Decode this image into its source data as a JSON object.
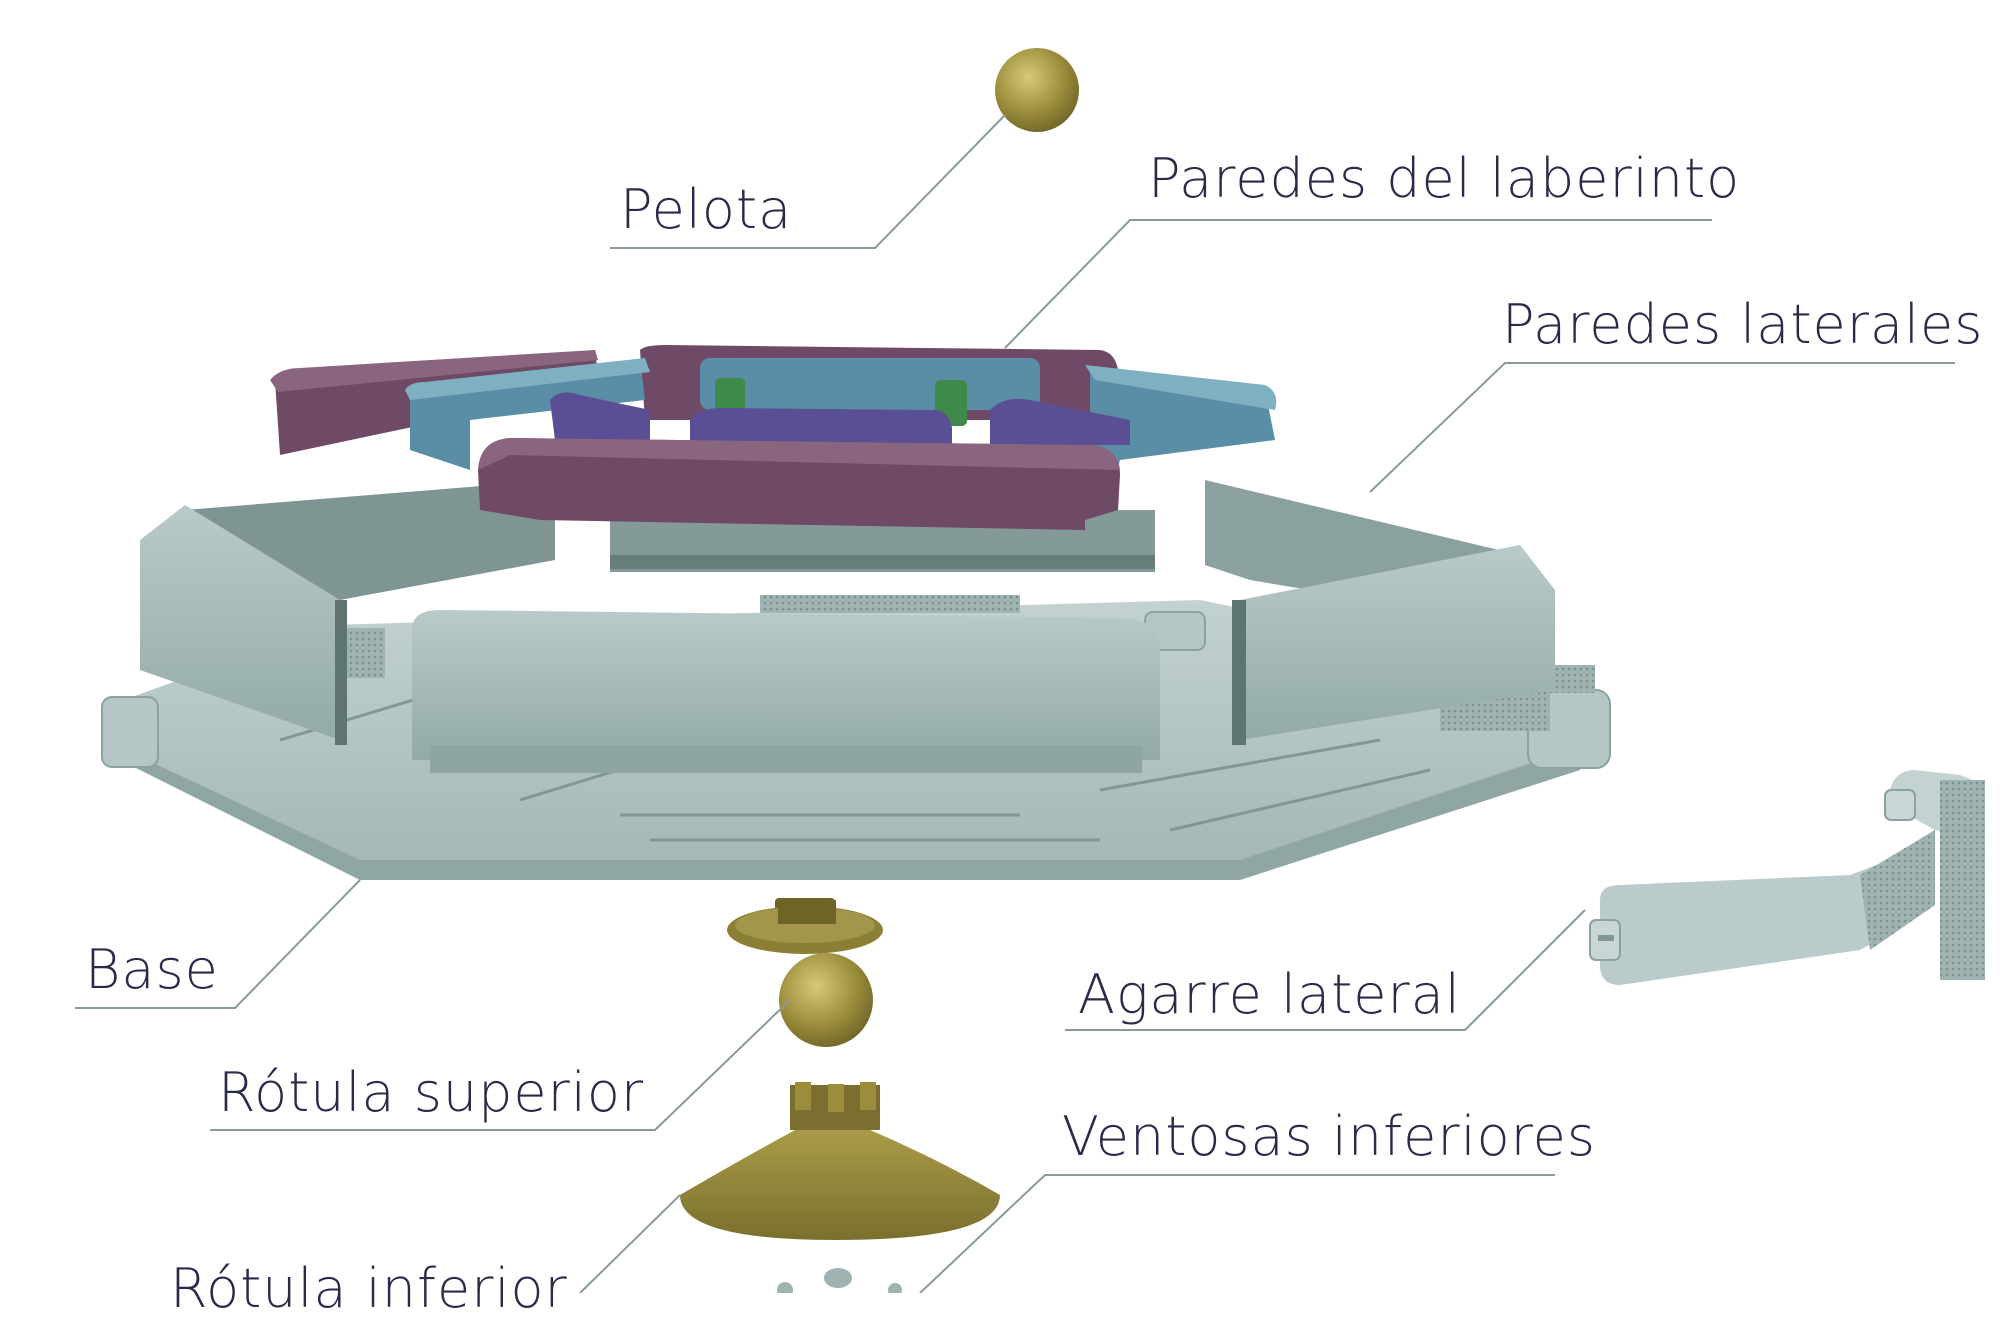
{
  "colors": {
    "base": "#a9bcbb",
    "base_dark": "#7f9897",
    "base_light": "#c8d6d5",
    "wall_purple": "#6e4a66",
    "wall_purple_top": "#8a6580",
    "wall_blue": "#5a8ea6",
    "wall_blue_top": "#7fb0c2",
    "wall_violet": "#5a4f94",
    "wall_green": "#3f8a4a",
    "gold": "#8c7f35",
    "gold_light": "#bcae58",
    "leader": "#8a9a9a",
    "label_text": "#2a2a4a"
  },
  "labels": {
    "pelota": "Pelota",
    "paredes_laberinto": "Paredes del laberinto",
    "paredes_laterales": "Paredes laterales",
    "base": "Base",
    "agarre_lateral": "Agarre lateral",
    "rotula_superior": "Rótula superior",
    "ventosas_inferiores": "Ventosas inferiores",
    "rotula_inferior": "Rótula inferior"
  }
}
